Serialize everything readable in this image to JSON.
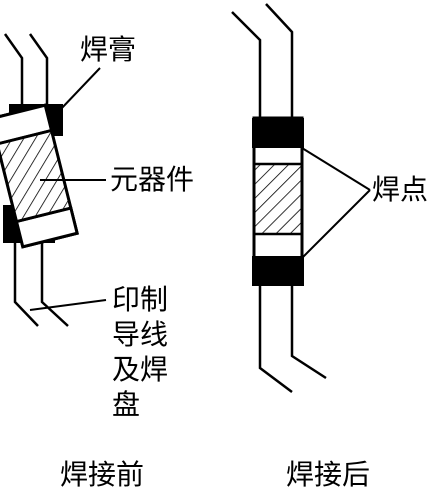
{
  "labels": {
    "solder_paste": "焊膏",
    "component": "元器件",
    "pad_lines": [
      "印制",
      "导线",
      "及焊",
      "盘"
    ],
    "solder_joint": "焊点",
    "before": "焊接前",
    "after": "焊接后"
  },
  "colors": {
    "ink": "#000000",
    "background": "#ffffff"
  }
}
